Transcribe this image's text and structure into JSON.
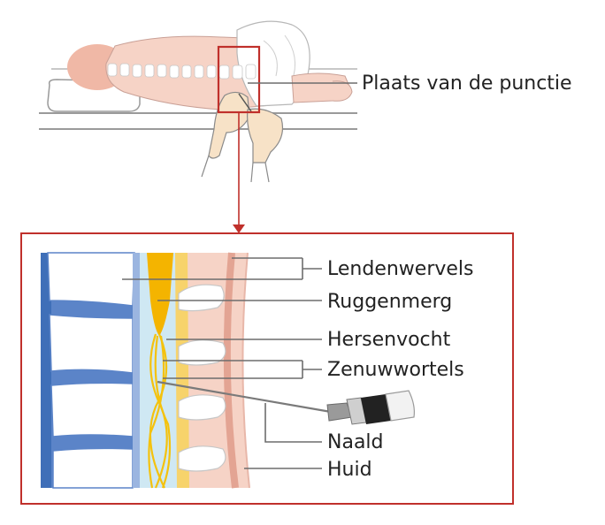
{
  "labels": {
    "puncture_site": "Plaats van de punctie",
    "lumbar_vertebrae": "Lendenwervels",
    "spinal_cord": "Ruggenmerg",
    "csf": "Hersenvocht",
    "nerve_roots": "Zenuwwortels",
    "needle": "Naald",
    "skin": "Huid"
  },
  "colors": {
    "highlight_frame": "#c0302b",
    "vertebra_disc": "#5b84c8",
    "spinal_cord": "#f4b400",
    "csf": "#cfe8f3",
    "skin_tissue": "#f6d3c6",
    "leader_line": "#6d6d6d"
  }
}
